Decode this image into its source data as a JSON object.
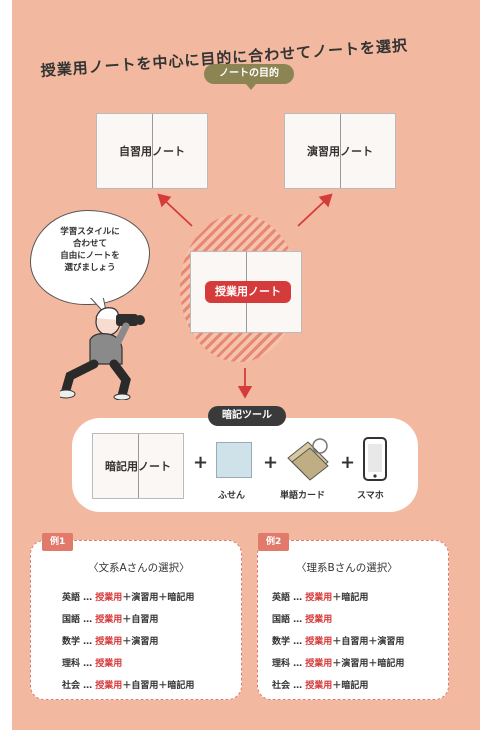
{
  "title": "授業用ノートを中心に目的に合わせてノートを選択",
  "purpose_tag": "ノートの目的",
  "notebooks": {
    "self_study": "自習用ノート",
    "practice": "演習用ノート",
    "class": "授業用ノート",
    "memorize": "暗記用ノート"
  },
  "bubble": [
    "学習スタイルに",
    "合わせて",
    "自由にノートを",
    "選びましょう"
  ],
  "tools": {
    "tag": "暗記ツール",
    "plus": "+",
    "sticky": "ふせん",
    "cards": "単語カード",
    "phone": "スマホ"
  },
  "examples": [
    {
      "tag": "例1",
      "title": "〈文系Aさんの選択〉",
      "rows": [
        {
          "subject": "英語",
          "sep": " … ",
          "highlight": "授業用",
          "rest": "＋演習用＋暗記用"
        },
        {
          "subject": "国語",
          "sep": " … ",
          "highlight": "授業用",
          "rest": "＋自習用"
        },
        {
          "subject": "数学",
          "sep": " … ",
          "highlight": "授業用",
          "rest": "＋演習用"
        },
        {
          "subject": "理科",
          "sep": " … ",
          "highlight": "授業用",
          "rest": ""
        },
        {
          "subject": "社会",
          "sep": " … ",
          "highlight": "授業用",
          "rest": "＋自習用＋暗記用"
        }
      ]
    },
    {
      "tag": "例2",
      "title": "〈理系Bさんの選択〉",
      "rows": [
        {
          "subject": "英語",
          "sep": " … ",
          "highlight": "授業用",
          "rest": "＋暗記用"
        },
        {
          "subject": "国語",
          "sep": " … ",
          "highlight": "授業用",
          "rest": ""
        },
        {
          "subject": "数学",
          "sep": " … ",
          "highlight": "授業用",
          "rest": "＋自習用＋演習用"
        },
        {
          "subject": "理科",
          "sep": " … ",
          "highlight": "授業用",
          "rest": "＋演習用＋暗記用"
        },
        {
          "subject": "社会",
          "sep": " … ",
          "highlight": "授業用",
          "rest": "＋暗記用"
        }
      ]
    }
  ],
  "colors": {
    "background": "#f2b9a0",
    "accent_red": "#d63b3b",
    "purpose_tag": "#8c8452",
    "example_tag": "#e17a6a"
  }
}
